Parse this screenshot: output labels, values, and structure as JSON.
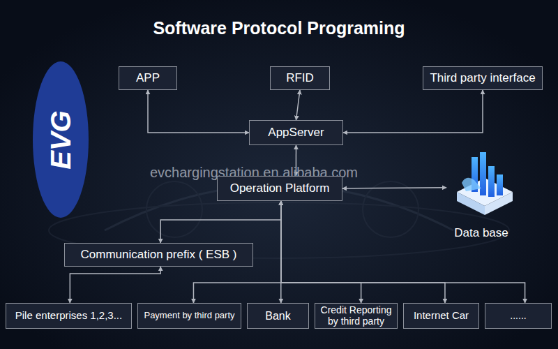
{
  "diagram": {
    "title": "Software Protocol Programing",
    "nodes": [
      {
        "text": [
          "APP"
        ]
      },
      {
        "text": [
          "RFID"
        ]
      },
      {
        "text": [
          "Third party interface"
        ]
      },
      {
        "text": [
          "AppServer"
        ]
      },
      {
        "text": [
          "Operation Platform"
        ]
      },
      {
        "text": [
          "Data base"
        ]
      },
      {
        "text": [
          "Communication prefix ( ESB )"
        ]
      },
      {
        "text": [
          "Pile enterprises 1,2,3..."
        ]
      },
      {
        "text": [
          "Payment by third party"
        ]
      },
      {
        "text": [
          "Bank"
        ]
      },
      {
        "text": [
          "Credit Reporting by third party"
        ]
      },
      {
        "text": [
          "Internet Car"
        ]
      },
      {
        "text": [
          "......"
        ]
      }
    ],
    "edges": [
      {
        "from": 0,
        "to": 3,
        "arrow": "both"
      },
      {
        "from": 1,
        "to": 3,
        "arrow": "both"
      },
      {
        "from": 2,
        "to": 3,
        "arrow": "both"
      },
      {
        "from": 3,
        "to": 4,
        "arrow": "both"
      },
      {
        "from": 4,
        "to": 5,
        "arrow": "both"
      },
      {
        "from": 4,
        "to": 6,
        "arrow": "both"
      },
      {
        "from": 4,
        "to": 9,
        "arrow": "both"
      },
      {
        "from": 4,
        "to": 8,
        "arrow": "both"
      },
      {
        "from": 4,
        "to": 10,
        "arrow": "both"
      },
      {
        "from": 4,
        "to": 11,
        "arrow": "both"
      },
      {
        "from": 4,
        "to": 12,
        "arrow": "both"
      },
      {
        "from": 6,
        "to": 7,
        "arrow": "both"
      }
    ],
    "labels": [
      "evchargingstation.en.alibaba.com",
      "EVG"
    ]
  }
}
